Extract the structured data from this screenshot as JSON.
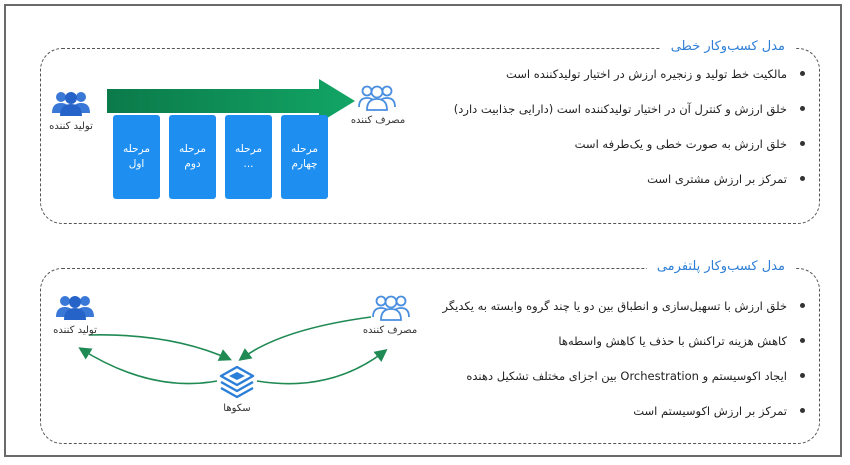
{
  "linear": {
    "title": "مدل کسب‌وکار خطی",
    "producer_label": "تولید کننده",
    "consumer_label": "مصرف کننده",
    "stages": [
      {
        "line1": "مرحله",
        "line2": "اول"
      },
      {
        "line1": "مرحله",
        "line2": "دوم"
      },
      {
        "line1": "مرحله",
        "line2": "..."
      },
      {
        "line1": "مرحله",
        "line2": "چهارم"
      }
    ],
    "bullets": [
      "مالکیت خط تولید و زنجیره ارزش در اختیار تولیدکننده است",
      "خلق ارزش و کنترل آن در اختیار تولیدکننده است (دارایی جذابیت دارد)",
      "خلق ارزش به صورت خطی و یک‌طرفه است",
      "تمرکز بر ارزش مشتری است"
    ]
  },
  "platform": {
    "title": "مدل کسب‌وکار پلتفرمی",
    "producer_label": "تولید کننده",
    "consumer_label": "مصرف کننده",
    "hub_label": "سکوها",
    "bullets": [
      "خلق ارزش با تسهیل‌سازی و انطباق بین دو یا چند گروه وابسته به یکدیگر",
      "کاهش هزینه تراکنش با حذف یا کاهش واسطه‌ها",
      "ایجاد اکوسیستم و Orchestration بین اجزای مختلف تشکیل دهنده",
      "تمرکز بر ارزش اکوسیستم است"
    ]
  },
  "colors": {
    "accent_blue": "#1e8ff0",
    "arrow_green": "#0e8f55",
    "title_blue": "#2f7fd6"
  },
  "icons": [
    "users-icon-filled",
    "users-icon-outline",
    "platform-stack-icon"
  ]
}
